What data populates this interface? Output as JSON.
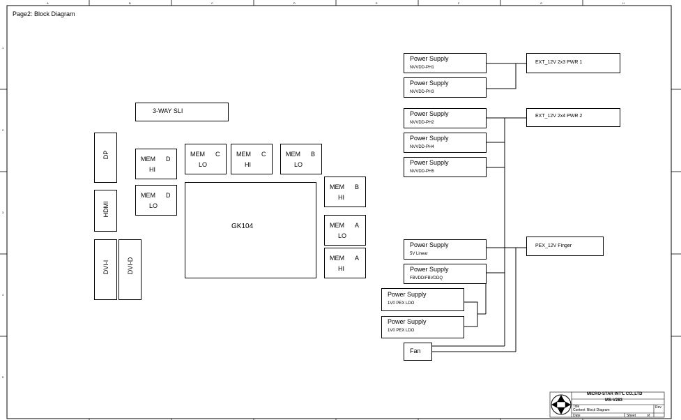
{
  "page_title": "Page2: Block Diagram",
  "border_columns": [
    "A",
    "B",
    "C",
    "D",
    "E",
    "F",
    "G",
    "H"
  ],
  "border_rows": [
    "1",
    "2",
    "3",
    "4",
    "5"
  ],
  "gpu": {
    "label": "GK104"
  },
  "sli": {
    "label": "3-WAY SLI"
  },
  "outputs": {
    "dp": "DP",
    "hdmi": "HDMI",
    "dvi_i": "DVI-I",
    "dvi_d": "DVI-D"
  },
  "memory": [
    {
      "id": "mem-d-hi",
      "l1": "MEM",
      "ch": "D",
      "l2": "HI"
    },
    {
      "id": "mem-d-lo",
      "l1": "MEM",
      "ch": "D",
      "l2": "LO"
    },
    {
      "id": "mem-c-lo",
      "l1": "MEM",
      "ch": "C",
      "l2": "LO"
    },
    {
      "id": "mem-c-hi",
      "l1": "MEM",
      "ch": "C",
      "l2": "HI"
    },
    {
      "id": "mem-b-lo",
      "l1": "MEM",
      "ch": "B",
      "l2": "LO"
    },
    {
      "id": "mem-b-hi",
      "l1": "MEM",
      "ch": "B",
      "l2": "HI"
    },
    {
      "id": "mem-a-lo",
      "l1": "MEM",
      "ch": "A",
      "l2": "LO"
    },
    {
      "id": "mem-a-hi",
      "l1": "MEM",
      "ch": "A",
      "l2": "HI"
    }
  ],
  "power": [
    {
      "id": "ph1",
      "title": "Power Supply",
      "sub": "NVVDD-PH1"
    },
    {
      "id": "ph3",
      "title": "Power Supply",
      "sub": "NVVDD-PH3"
    },
    {
      "id": "ph2",
      "title": "Power Supply",
      "sub": "NVVDD-PH2"
    },
    {
      "id": "ph4",
      "title": "Power Supply",
      "sub": "NVVDD-PH4"
    },
    {
      "id": "ph5",
      "title": "Power Supply",
      "sub": "NVVDD-PH5"
    },
    {
      "id": "lin5v",
      "title": "Power Supply",
      "sub": "5V Linear"
    },
    {
      "id": "fbvdd",
      "title": "Power Supply",
      "sub": "FBVDD/FBVDDQ"
    },
    {
      "id": "pex1",
      "title": "Power Supply",
      "sub": "1V0 PEX LDO"
    },
    {
      "id": "pex2",
      "title": "Power Supply",
      "sub": "1V0 PEX LDO"
    }
  ],
  "fan": {
    "label": "Fan"
  },
  "connectors": {
    "ext1": "EXT_12V 2x3 PWR 1",
    "ext2": "EXT_12V 2x4 PWR 2",
    "pex": "PEX_12V Finger"
  },
  "title_block": {
    "company": "MICRO-STAR INT'L CO.,LTD",
    "model": "MS-V283",
    "title_label": "Title",
    "doc_label": "Content",
    "doc_value": "Block Diagram",
    "date_label": "Date",
    "sheet_label": "Sheet",
    "of_label": "of",
    "rev_label": "Rev"
  }
}
